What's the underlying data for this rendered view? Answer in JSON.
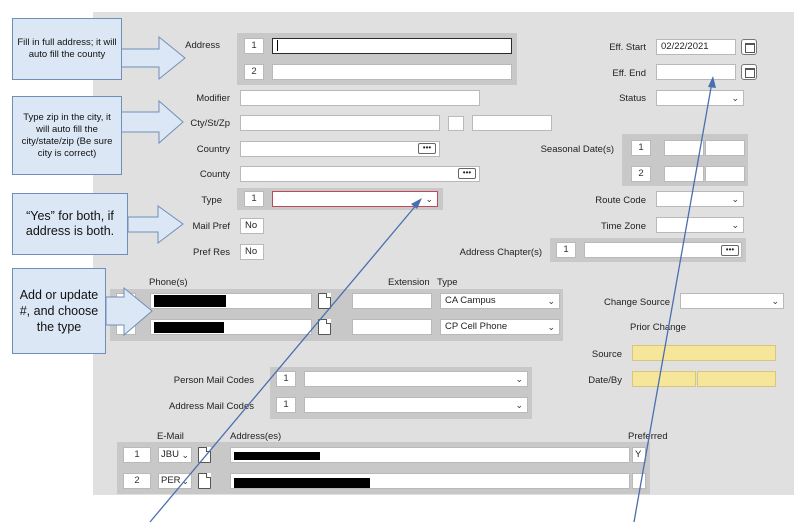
{
  "form": {
    "address_label": "Address",
    "address_line1_num": "1",
    "address_line2_num": "2",
    "modifier_label": "Modifier",
    "city_label": "Cty/St/Zp",
    "country_label": "Country",
    "county_label": "County",
    "type_label": "Type",
    "type_num": "1",
    "mail_pref_label": "Mail Pref",
    "mail_pref_value": "No",
    "pref_res_label": "Pref Res",
    "pref_res_value": "No",
    "eff_start_label": "Eff. Start",
    "eff_start_value": "02/22/2021",
    "eff_end_label": "Eff. End",
    "status_label": "Status",
    "seasonal_label": "Seasonal Date(s)",
    "seasonal_num1": "1",
    "seasonal_num2": "2",
    "route_code_label": "Route Code",
    "time_zone_label": "Time Zone",
    "address_chapter_label": "Address Chapter(s)",
    "address_chapter_num": "1",
    "dots": "•••"
  },
  "phones": {
    "header_phone": "Phone(s)",
    "header_extension": "Extension",
    "header_type": "Type",
    "rows": [
      {
        "num": "1",
        "type": "CA Campus"
      },
      {
        "num": "2",
        "type": "CP Cell Phone"
      }
    ]
  },
  "change": {
    "change_source_label": "Change Source",
    "prior_change_label": "Prior Change",
    "source_label": "Source",
    "date_by_label": "Date/By"
  },
  "mail_codes": {
    "person_label": "Person Mail Codes",
    "person_num": "1",
    "address_label": "Address Mail Codes",
    "address_num": "1"
  },
  "email": {
    "header_email": "E-Mail",
    "header_address": "Address(es)",
    "header_preferred": "Preferred",
    "rows": [
      {
        "num": "1",
        "type": "JBU",
        "preferred": "Y"
      },
      {
        "num": "2",
        "type": "PER",
        "preferred": ""
      }
    ]
  },
  "callouts": {
    "address": "Fill in full address; it will auto fill the county",
    "zip": "Type zip in the city, it will auto fill the city/state/zip (Be sure city is correct)",
    "yes": "“Yes” for both, if address is both.",
    "phone": "Add or update #, and choose the type"
  },
  "colors": {
    "panel": "#e0e0e0",
    "callout_fill": "#dbe7f5",
    "callout_border": "#6f8fb8",
    "arrow": "#4a6fae",
    "prior_change_fill": "#f5e69a"
  }
}
